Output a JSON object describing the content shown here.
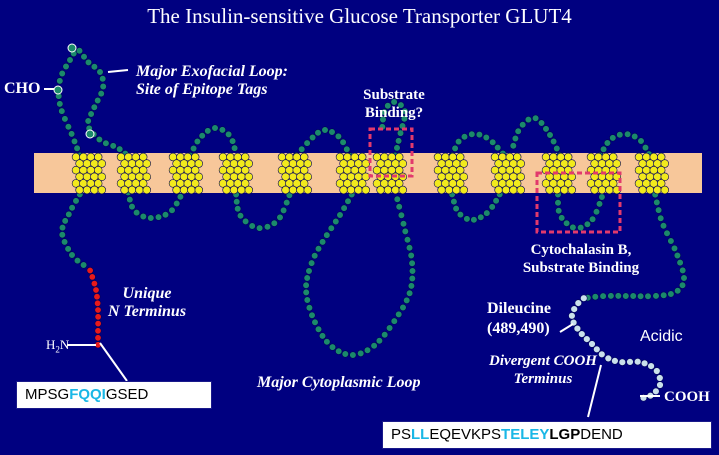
{
  "title": "The Insulin-sensitive Glucose Transporter GLUT4",
  "labels": {
    "cho": "CHO",
    "exofacial_line1": "Major Exofacial Loop:",
    "exofacial_line2": "Site of Epitope Tags",
    "substrate_binding_line1": "Substrate",
    "substrate_binding_line2": "Binding?",
    "cytochalasin_line1": "Cytochalasin B,",
    "cytochalasin_line2": "Substrate Binding",
    "unique_line1": "Unique",
    "unique_line2": "N Terminus",
    "h2n_h": "H",
    "h2n_sub": "2",
    "h2n_n": "N",
    "cytoplasmic_loop": "Major Cytoplasmic Loop",
    "dileucine_line1": "Dileucine",
    "dileucine_line2": "(489,490)",
    "divergent_line1": "Divergent COOH",
    "divergent_line2": "Terminus",
    "acidic": "Acidic",
    "cooh": "COOH"
  },
  "sequences": {
    "n_terminus": {
      "part1": "MPSG",
      "part2_highlight": "FQQI",
      "part3": "GSED"
    },
    "c_terminus": {
      "part1": "PS",
      "part2_highlight": "LL",
      "part3": "EQEVKPS",
      "part4_highlight": "TELEY",
      "part5_bold": "LGP",
      "part6": "DEND"
    }
  },
  "colors": {
    "background": "#000080",
    "membrane": "#f7c79a",
    "helix_residue": "#f2ea1c",
    "loop_residue": "#1b8a6b",
    "n_terminus_residue": "#e8191b",
    "c_terminus_residue": "#c9e0ec",
    "highlight_box": "#e23a6c",
    "highlight_text": "#19b7e6"
  }
}
